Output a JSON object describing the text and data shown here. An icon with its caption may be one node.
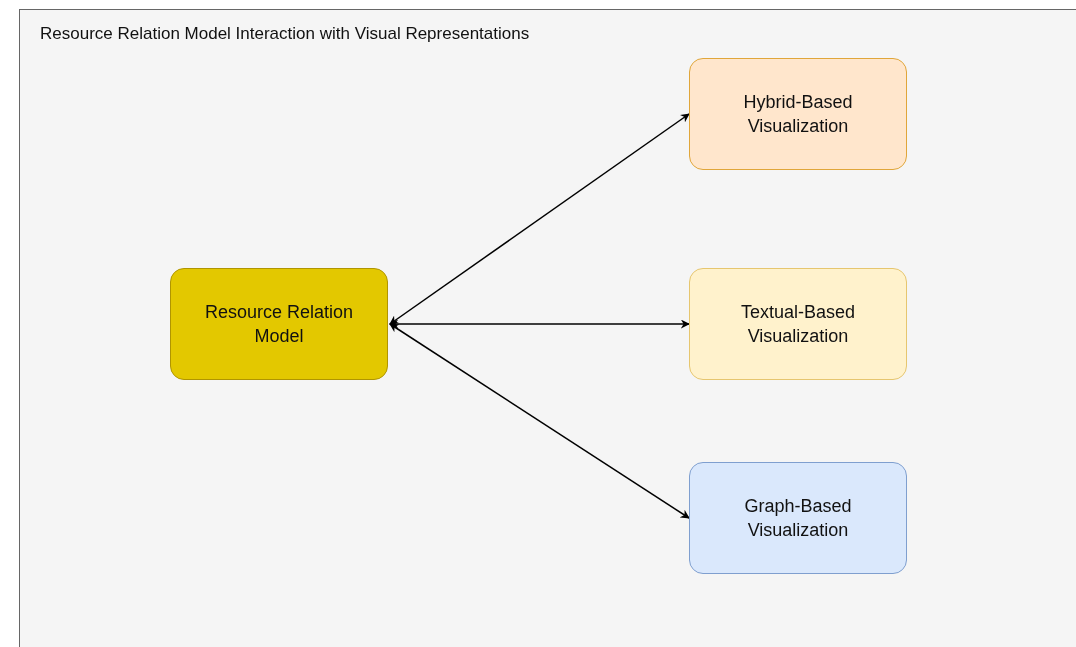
{
  "diagram": {
    "title": "Resource Relation Model Interaction with Visual Representations",
    "nodes": [
      {
        "text": [
          "Resource Relation Model"
        ]
      },
      {
        "text": [
          "Hybrid-Based Visualization"
        ]
      },
      {
        "text": [
          "Textual-Based Visualization"
        ]
      },
      {
        "text": [
          "Graph-Based Visualization"
        ]
      }
    ],
    "edges": [
      {
        "from": 0,
        "to": 1,
        "arrow": "both"
      },
      {
        "from": 0,
        "to": 2,
        "arrow": "both"
      },
      {
        "from": 0,
        "to": 3,
        "arrow": "both"
      }
    ]
  }
}
